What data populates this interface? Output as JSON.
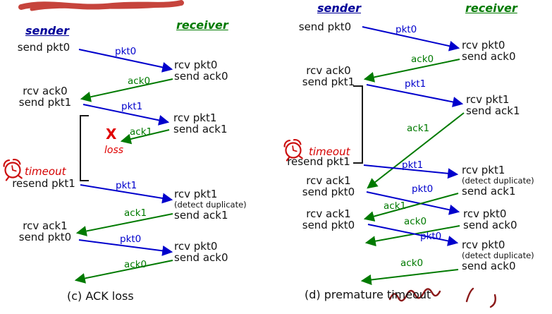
{
  "colors": {
    "packet_arrow_blue": "#0000cc",
    "ack_arrow_green": "#007a00",
    "sender_heading_blue": "#000099",
    "receiver_heading_green": "#007a00",
    "annotation_red": "#cc0000",
    "text_black": "#131313",
    "background": "#ffffff"
  },
  "icons": {
    "timeout_icon": "alarm-clock"
  },
  "ink_annotations": {
    "c_top_stroke": "thick red marker stroke (cut off at top edge)",
    "d_caption_scribble": "red handwritten scribble over caption"
  },
  "diagram_c": {
    "sender_heading": "sender",
    "receiver_heading": "receiver",
    "caption": "(c) ACK loss",
    "timeout_label": "timeout",
    "loss_label": "loss",
    "loss_marker": "X",
    "sender_events": [
      {
        "lines": [
          "send pkt0"
        ]
      },
      {
        "lines": [
          "rcv ack0",
          "send pkt1"
        ]
      },
      {
        "lines": [
          "resend pkt1"
        ]
      },
      {
        "lines": [
          "rcv ack1",
          "send pkt0"
        ]
      }
    ],
    "receiver_events": [
      {
        "lines": [
          "rcv pkt0",
          "send ack0"
        ]
      },
      {
        "lines": [
          "rcv pkt1",
          "send ack1"
        ]
      },
      {
        "lines": [
          "rcv pkt1",
          "(detect duplicate)",
          "send ack1"
        ]
      },
      {
        "lines": [
          "rcv pkt0",
          "send ack0"
        ]
      }
    ],
    "arrow_labels": [
      "pkt0",
      "ack0",
      "pkt1",
      "ack1",
      "pkt1",
      "ack1",
      "pkt0",
      "ack0"
    ]
  },
  "diagram_d": {
    "sender_heading": "sender",
    "receiver_heading": "receiver",
    "caption": "(d) premature timeout",
    "timeout_label": "timeout",
    "sender_events": [
      {
        "lines": [
          "send pkt0"
        ]
      },
      {
        "lines": [
          "rcv ack0",
          "send pkt1"
        ]
      },
      {
        "lines": [
          "resend pkt1"
        ]
      },
      {
        "lines": [
          "rcv ack1",
          "send pkt0"
        ]
      },
      {
        "lines": [
          "rcv ack1",
          "send pkt0"
        ]
      }
    ],
    "receiver_events": [
      {
        "lines": [
          "rcv pkt0",
          "send ack0"
        ]
      },
      {
        "lines": [
          "rcv pkt1",
          "send ack1"
        ]
      },
      {
        "lines": [
          "rcv pkt1",
          "(detect duplicate)",
          "send ack1"
        ]
      },
      {
        "lines": [
          "rcv pkt0",
          "send ack0"
        ]
      },
      {
        "lines": [
          "rcv pkt0",
          "(detect duplicate)",
          "send ack0"
        ]
      }
    ],
    "arrow_labels": [
      "pkt0",
      "ack0",
      "pkt1",
      "ack1",
      "pkt1",
      "pkt0",
      "ack1",
      "ack0",
      "pkt0",
      "ack0"
    ]
  }
}
